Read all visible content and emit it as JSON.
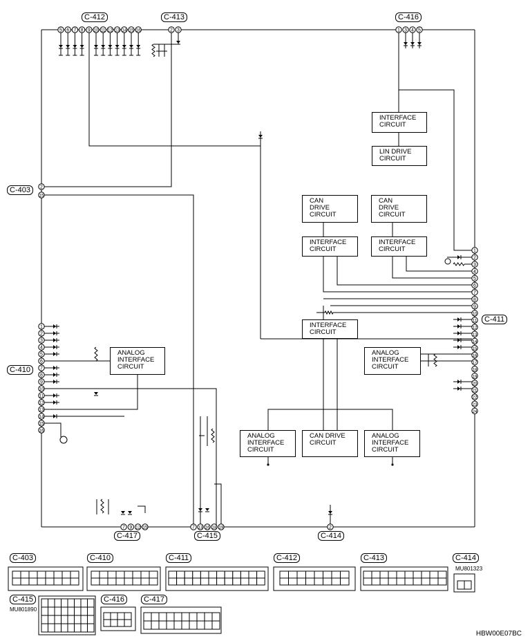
{
  "connectors": {
    "c403": "C-403",
    "c410": "C-410",
    "c411": "C-411",
    "c412": "C-412",
    "c413": "C-413",
    "c414": "C-414",
    "c415": "C-415",
    "c416": "C-416",
    "c417": "C-417"
  },
  "boxes": {
    "interface": "INTERFACE\nCIRCUIT",
    "lin_drive": "LIN DRIVE\nCIRCUIT",
    "can_drive_stack": "CAN\nDRIVE\nCIRCUIT",
    "analog_interface": "ANALOG\nINTERFACE\nCIRCUIT",
    "can_drive": "CAN DRIVE\nCIRCUIT"
  },
  "pins": {
    "c412": [
      "5",
      "6",
      "7",
      "8",
      "9",
      "10",
      "11",
      "12",
      "13",
      "14",
      "15",
      "16"
    ],
    "c413": [
      "2",
      "3"
    ],
    "c416": [
      "1",
      "3",
      "4",
      "5"
    ],
    "c403": [
      "2",
      "15"
    ],
    "c410": [
      "1",
      "2",
      "3",
      "4",
      "5",
      "6",
      "7",
      "8",
      "9",
      "10",
      "11",
      "12",
      "13",
      "14",
      "15",
      "16"
    ],
    "c411": [
      "1",
      "2",
      "3",
      "4",
      "5",
      "6",
      "7",
      "8",
      "9",
      "10",
      "11",
      "12",
      "13",
      "14",
      "15",
      "16",
      "17",
      "18",
      "19",
      "20",
      "21",
      "22",
      "23",
      "24"
    ],
    "c417": [
      "7",
      "9",
      "12",
      "15"
    ],
    "c415": [
      "7",
      "13",
      "16",
      "18",
      "19"
    ],
    "c414": [
      "2"
    ]
  },
  "part_numbers": {
    "c414": "MU801323",
    "c415": "MU801890"
  },
  "footer_code": "HBW00E07BC",
  "colors": {
    "line": "#000000",
    "background": "#ffffff"
  }
}
